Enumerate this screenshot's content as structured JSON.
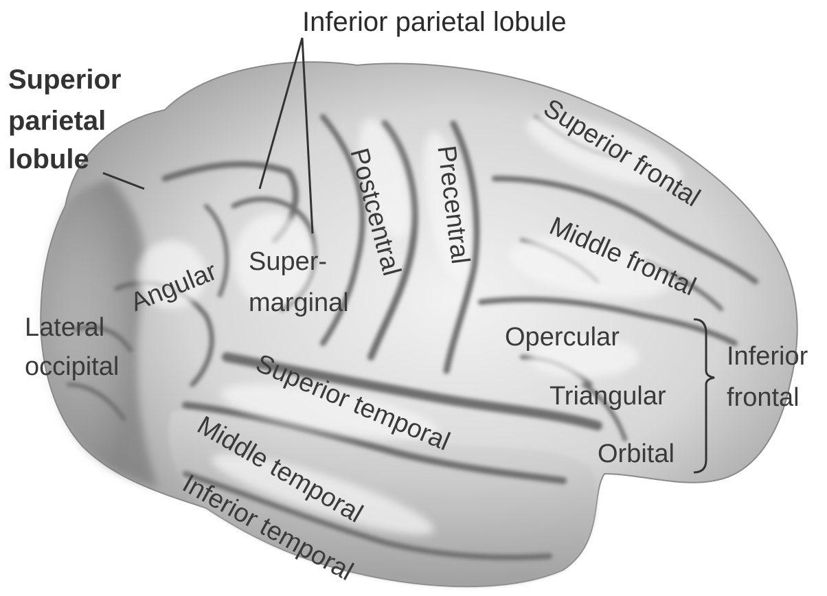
{
  "colors": {
    "background": "#ffffff",
    "brain_light": "#e8e8e8",
    "brain_mid": "#bdbdbd",
    "brain_dark": "#7a7a7a",
    "label_text": "#3a3a3a",
    "leader_line": "#333333"
  },
  "labels": {
    "inferior_parietal_lobule": "Inferior parietal lobule",
    "superior_parietal_lobule_line1": "Superior",
    "superior_parietal_lobule_line2": "parietal",
    "superior_parietal_lobule_line3": "lobule",
    "angular": "Angular",
    "supramarginal_line1": "Super-",
    "supramarginal_line2": "marginal",
    "postcentral": "Postcentral",
    "precentral": "Precentral",
    "superior_frontal": "Superior frontal",
    "middle_frontal": "Middle frontal",
    "lateral_occipital_line1": "Lateral",
    "lateral_occipital_line2": "occipital",
    "opercular": "Opercular",
    "triangular": "Triangular",
    "orbital": "Orbital",
    "inferior_frontal_line1": "Inferior",
    "inferior_frontal_line2": "frontal",
    "superior_temporal": "Superior temporal",
    "middle_temporal": "Middle temporal",
    "inferior_temporal": "Inferior temporal"
  }
}
